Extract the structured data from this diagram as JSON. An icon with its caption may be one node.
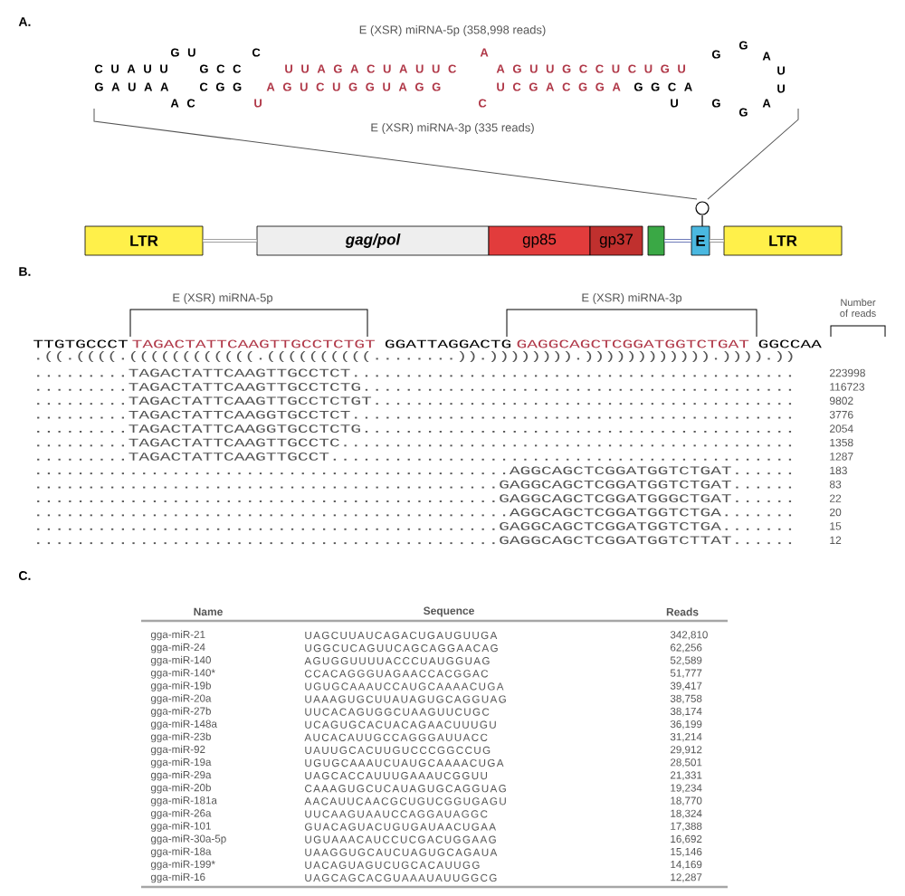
{
  "diagram": {
    "nodes": [
      {
        "text": [
          "LTR"
        ]
      },
      {
        "text": [
          "gag/pol"
        ]
      },
      {
        "text": [
          "gp85"
        ]
      },
      {
        "text": [
          "gp37"
        ]
      },
      {
        "text": [],
        "shape": "box"
      },
      {
        "text": [
          "E"
        ]
      },
      {
        "text": [
          "LTR"
        ]
      }
    ],
    "edges": [
      {
        "from": 0,
        "to": 1,
        "arrow": "none"
      },
      {
        "from": 4,
        "to": 5,
        "arrow": "none",
        "color": "#4a5aa8"
      },
      {
        "from": 5,
        "to": 6,
        "arrow": "none"
      }
    ],
    "labels": [
      "A.",
      "E (XSR) miRNA-5p (358,998 reads)",
      "G U",
      "C",
      "A",
      "G",
      "G",
      "A",
      "C U A U U",
      "G C C",
      "U U A G A C U A U U C",
      "A G U U G C C U C U G U",
      "U",
      "G A U A A",
      "C G G",
      "A G U C U G G U A G G",
      "U C G A C G G A",
      "G G C A",
      "U",
      "A C",
      "U",
      "C",
      "U",
      "G",
      "G",
      "A",
      "E (XSR) miRNA-3p (335 reads)",
      "B.",
      "E (XSR) miRNA-5p",
      "E (XSR) miRNA-3p",
      "Number of reads",
      "TTGTGCCCT",
      "TAGACTATTCAAGTTGCCTCTGT",
      "GGATTAGGACTG",
      "GAGGCAGCTCGGATGGTCTGAT",
      "GGCCAA",
      ".((.((((.((((((((((((.((((((((((........)).)))))))).)))))))))))).)))).))",
      ".........TAGACTATTCAAGTTGCCTCT..........................................",
      "223998",
      ".........TAGACTATTCAAGTTGCCTCTG.........................................",
      "116723",
      ".........TAGACTATTCAAGTTGCCTCTGT........................................",
      "9802",
      ".........TAGACTATTCAAGGTGCCTCT..........................................",
      "3776",
      ".........TAGACTATTCAAGGTGCCTCTG.........................................",
      "2054",
      ".........TAGACTATTCAAGTTGCCTC...........................................",
      "1358",
      ".........TAGACTATTCAAGTTGCCT............................................",
      "1287",
      ".............................................AGGCAGCTCGGATGGTCTGAT......",
      "183",
      "............................................GAGGCAGCTCGGATGGTCTGAT......",
      "83",
      "............................................GAGGCAGCTCGGATGGGCTGAT......",
      "22",
      ".............................................AGGCAGCTCGGATGGTCTGA.......",
      "20",
      "............................................GAGGCAGCTCGGATGGTCTGA.......",
      "15",
      "............................................GAGGCAGCTCGGATGGTCTTAT......",
      "12",
      "C.",
      "Name",
      "Sequence",
      "Reads",
      "gga-miR-21",
      "UAGCUUAUCAGACUGAUGUUGA",
      "342,810",
      "gga-miR-24",
      "UGGCUCAGUUCAGCAGGAACAG",
      "62,256",
      "gga-miR-140",
      "AGUGGUUUUACCCUAUGGUAG",
      "52,589",
      "gga-miR-140*",
      "CCACAGGGUAGAACCACGGAC",
      "51,777",
      "gga-miR-19b",
      "UGUGCAAAUCCAUGCAAAACUGA",
      "39,417",
      "gga-miR-20a",
      "UAAAGUGCUUAUAGUGCAGGUAG",
      "38,758",
      "gga-miR-27b",
      "UUCACAGUGGCUAAGUUCUGC",
      "38,174",
      "gga-miR-148a",
      "UCAGUGCACUACAGAACUUUGU",
      "36,199",
      "gga-miR-23b",
      "AUCACAUUGCCAGGGAUUACC",
      "31,214",
      "gga-miR-92",
      "UAUUGCACUUGUCCCGGCCUG",
      "29,912",
      "gga-miR-19a",
      "UGUGCAAAUCUAUGCAAAACUGA",
      "28,501",
      "gga-miR-29a",
      "UAGCACCAUUUGAAAUCGGUU",
      "21,331",
      "gga-miR-20b",
      "CAAAGUGCUCAUAGUGCAGGUAG",
      "19,234",
      "gga-miR-181a",
      "AACAUUCAACGCUGUCGGUGAGU",
      "18,770",
      "gga-miR-26a",
      "UUCAAGUAAUCCAGGAUAGGC",
      "18,324",
      "gga-miR-101",
      "GUACAGUACUGUGAUAACUGAA",
      "17,388",
      "gga-miR-30a-5p",
      "UGUAAACAUCCUCGACUGGAAG",
      "16,692",
      "gga-miR-18a",
      "UAAGGUGCAUCUAGUGCAGAUA",
      "15,146",
      "gga-miR-199*",
      "UACAGUAGUCUGCACAUUGG",
      "14,169",
      "gga-miR-16",
      "UAGCAGCACGUAAAUAUUGGCG",
      "12,287"
    ]
  }
}
